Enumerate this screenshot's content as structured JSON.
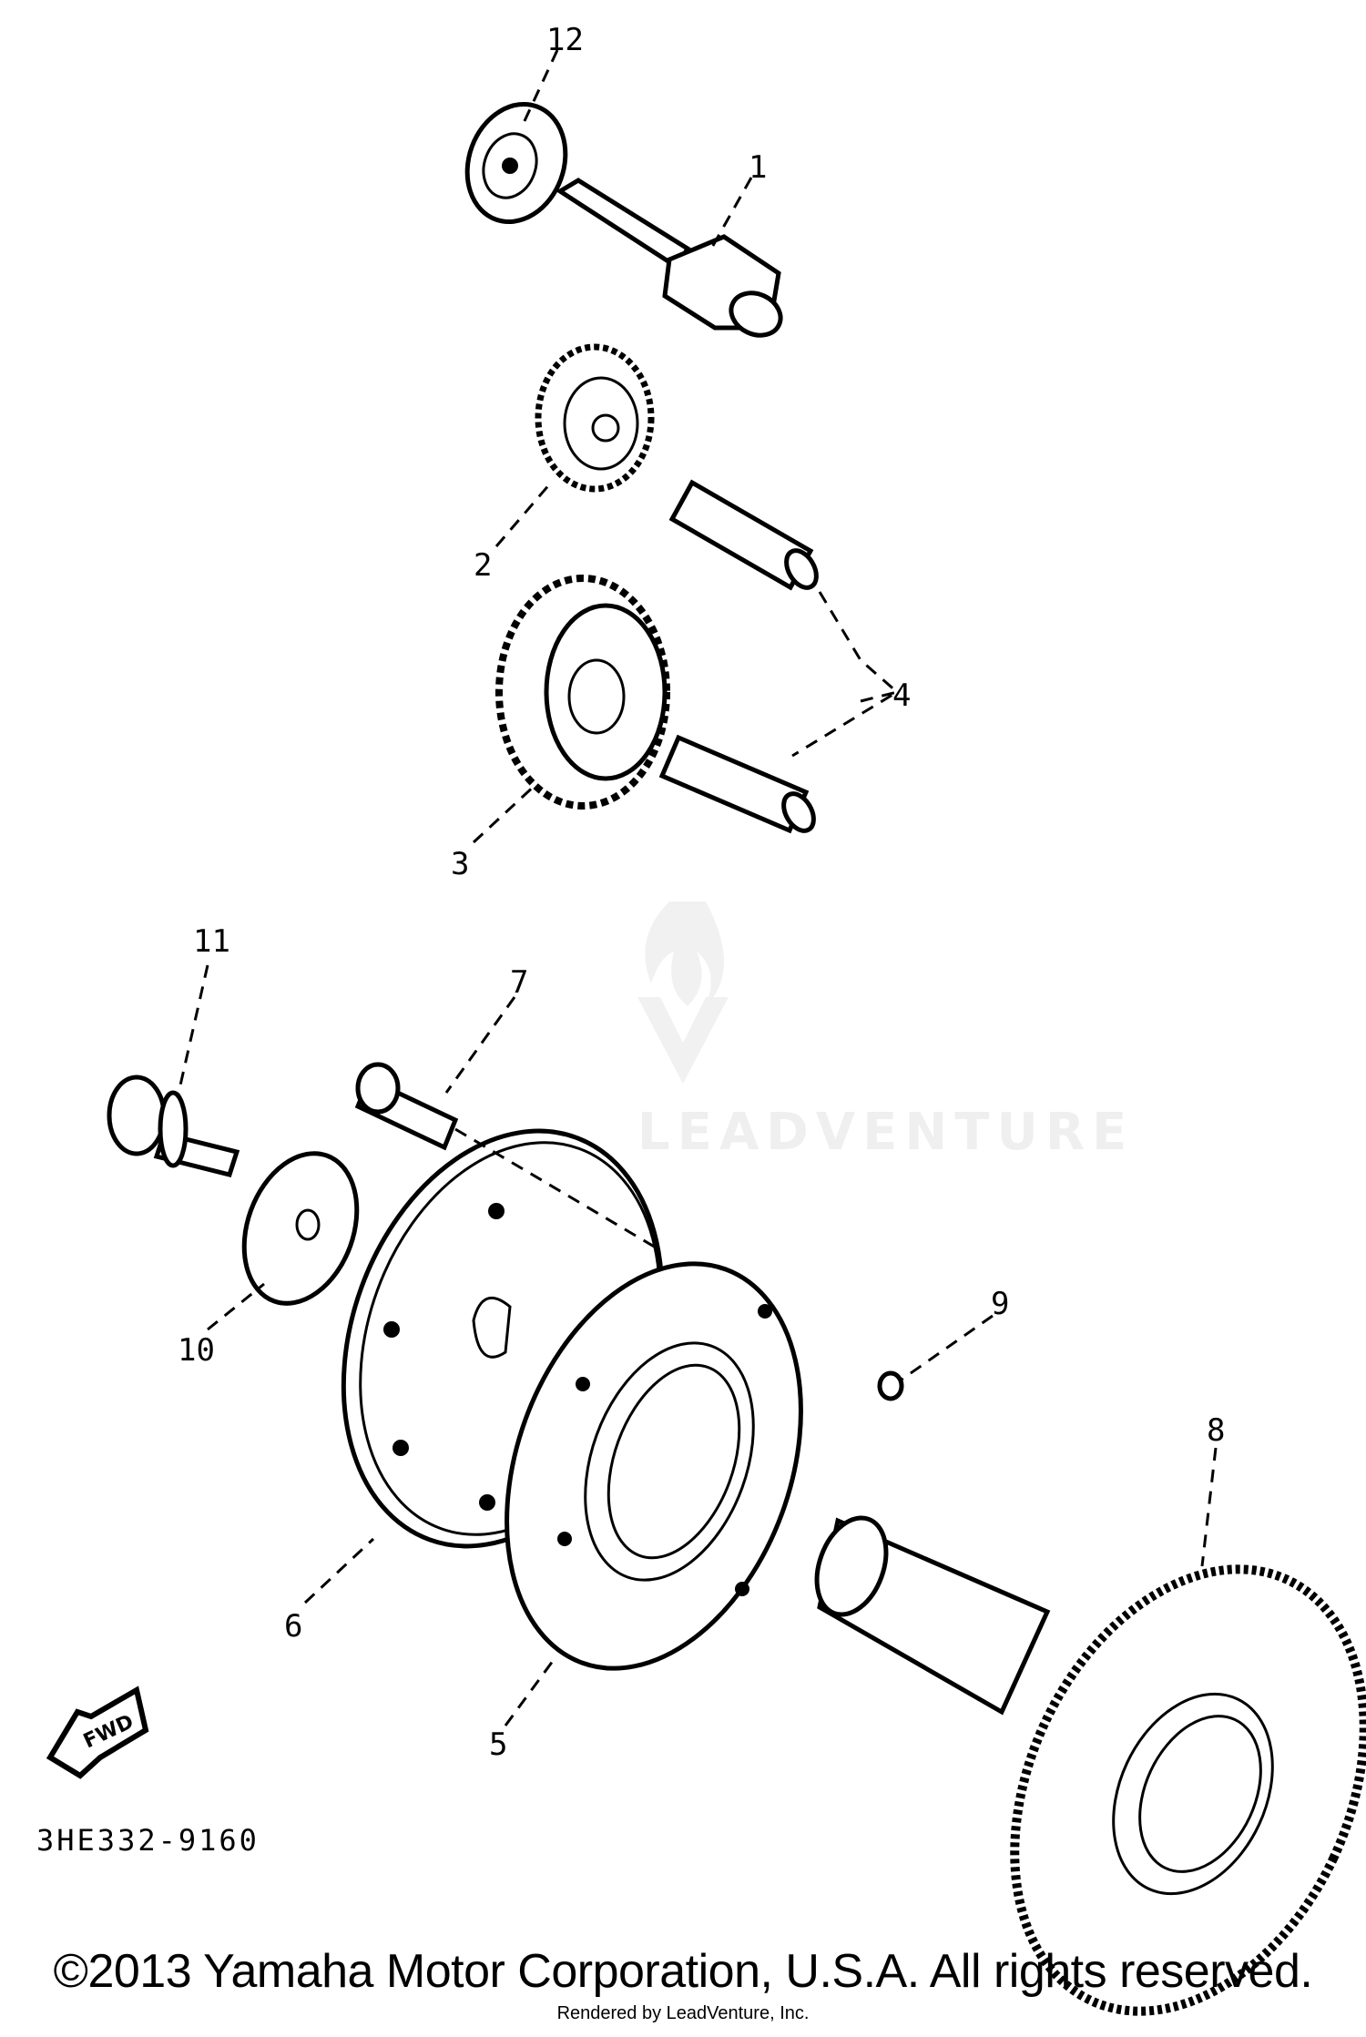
{
  "diagram": {
    "part_labels": [
      "1",
      "2",
      "3",
      "4",
      "5",
      "6",
      "7",
      "8",
      "9",
      "10",
      "11",
      "12"
    ],
    "diagram_code": "3HE332-9160",
    "forward_arrow_text": "FWD",
    "watermark": "LEADVENTURE",
    "copyright": "©2013 Yamaha Motor Corporation, U.S.A. All rights reserved.",
    "rendered_by": "Rendered by LeadVenture, Inc."
  }
}
